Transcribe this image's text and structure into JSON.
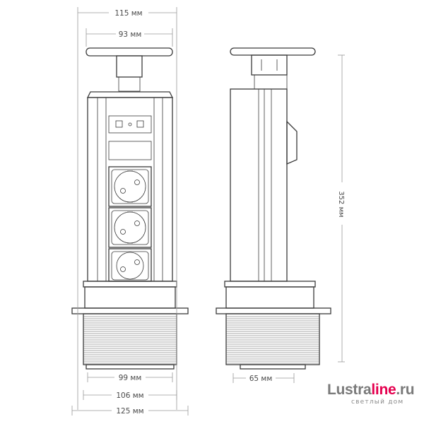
{
  "dimensions": {
    "top_width": "115 мм",
    "cap_width": "93 мм",
    "height": "352 мм",
    "side_base": "65 мм",
    "base_99": "99 мм",
    "base_106": "106 мм",
    "base_125": "125 мм"
  },
  "brand": {
    "part1": "Lustra",
    "part2": "line",
    "part3": ".ru",
    "tagline": "светлый дом",
    "accent_color": "#e5004f"
  }
}
